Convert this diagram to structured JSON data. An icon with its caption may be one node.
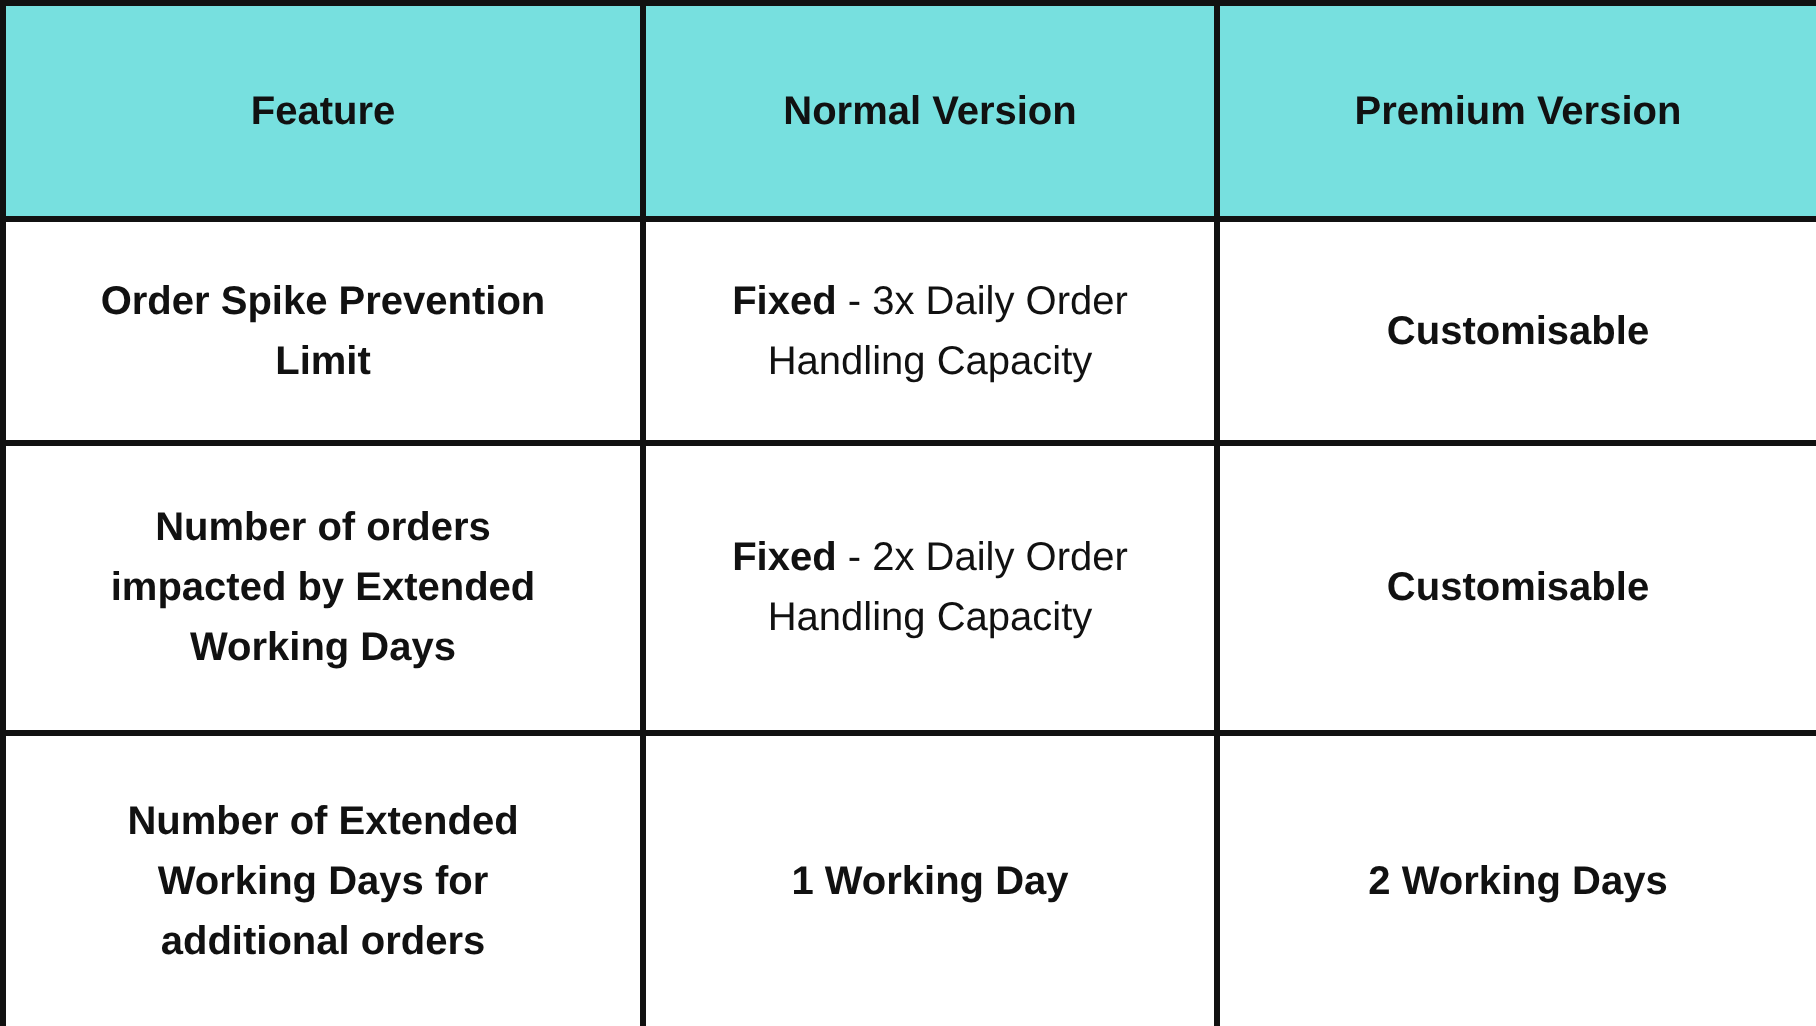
{
  "diagram": {
    "labels": [
      "Feature",
      "Normal Version",
      "Premium Version",
      "Order Spike Prevention Limit",
      "**Fixed** - 3x Daily Order Handling Capacity",
      "Customisable",
      "Number of orders impacted by Extended Working Days",
      "**Fixed** - 2x Daily Order Handling Capacity",
      "Customisable",
      "Number of Extended Working Days for additional orders",
      "1 Working Day",
      "2 Working Days"
    ]
  }
}
